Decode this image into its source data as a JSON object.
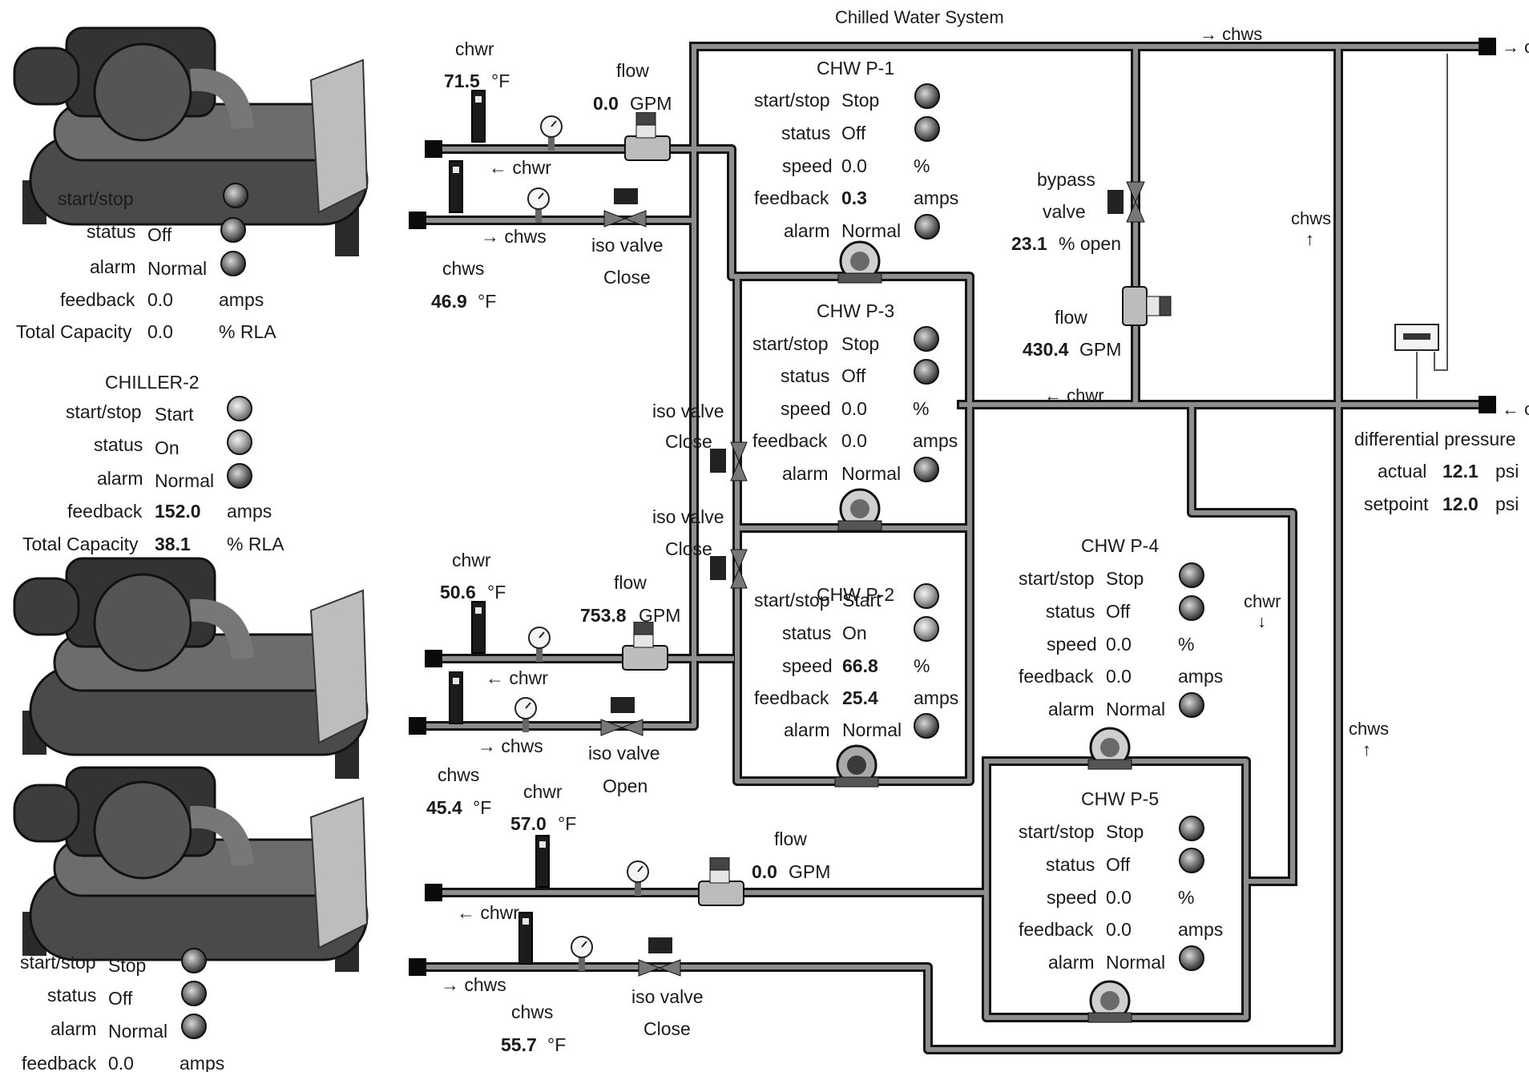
{
  "header": {
    "title": "Chilled Water System"
  },
  "pipe_labels": {
    "chwr": "chwr",
    "chws": "chws",
    "arrow_right": "→",
    "arrow_left": "←",
    "arrow_up": "↑",
    "arrow_down": "↓",
    "edge_c": "c"
  },
  "chiller1": {
    "labels": {
      "start_stop": "start/stop",
      "status": "status",
      "alarm": "alarm",
      "feedback": "feedback",
      "total_capacity": "Total Capacity"
    },
    "status": "Off",
    "alarm": "Normal",
    "feedback": "0.0",
    "feedback_unit": "amps",
    "capacity": "0.0",
    "capacity_unit": "% RLA",
    "chwr_label": "chwr",
    "chwr_temp": "71.5",
    "chwr_unit": "°F",
    "chws_label": "chws",
    "chws_temp": "46.9",
    "chws_unit": "°F",
    "flow_label": "flow",
    "flow": "0.0",
    "flow_unit": "GPM",
    "iso_valve_label": "iso valve",
    "iso_valve_state": "Close"
  },
  "chiller2": {
    "name": "CHILLER-2",
    "labels": {
      "start_stop": "start/stop",
      "status": "status",
      "alarm": "alarm",
      "feedback": "feedback",
      "total_capacity": "Total Capacity"
    },
    "start_stop": "Start",
    "status": "On",
    "alarm": "Normal",
    "feedback": "152.0",
    "feedback_unit": "amps",
    "capacity": "38.1",
    "capacity_unit": "% RLA",
    "chwr_label": "chwr",
    "chwr_temp": "50.6",
    "chwr_unit": "°F",
    "chws_label": "chws",
    "chws_temp": "45.4",
    "chws_unit": "°F",
    "flow_label": "flow",
    "flow": "753.8",
    "flow_unit": "GPM",
    "iso_valve_label": "iso valve",
    "iso_valve_state": "Open"
  },
  "chiller3": {
    "labels": {
      "start_stop": "start/stop",
      "status": "status",
      "alarm": "alarm",
      "feedback": "feedback"
    },
    "start_stop": "Stop",
    "status": "Off",
    "alarm": "Normal",
    "feedback": "0.0",
    "feedback_unit": "amps",
    "chwr_label": "chwr",
    "chwr_temp": "57.0",
    "chwr_unit": "°F",
    "chws_label": "chws",
    "chws_temp": "55.7",
    "chws_unit": "°F",
    "flow_label": "flow",
    "flow": "0.0",
    "flow_unit": "GPM",
    "iso_valve_label": "iso valve",
    "iso_valve_state": "Close"
  },
  "pump_labels": {
    "start_stop": "start/stop",
    "status": "status",
    "speed": "speed",
    "feedback": "feedback",
    "alarm": "alarm",
    "speed_unit": "%",
    "feedback_unit": "amps"
  },
  "pumps": {
    "p1": {
      "name": "CHW P-1",
      "start_stop": "Stop",
      "status": "Off",
      "speed": "0.0",
      "feedback": "0.3",
      "alarm": "Normal"
    },
    "p3": {
      "name": "CHW P-3",
      "start_stop": "Stop",
      "status": "Off",
      "speed": "0.0",
      "feedback": "0.0",
      "alarm": "Normal"
    },
    "p2": {
      "name": "CHW P-2",
      "start_stop": "Start",
      "status": "On",
      "speed": "66.8",
      "feedback": "25.4",
      "alarm": "Normal"
    },
    "p4": {
      "name": "CHW P-4",
      "start_stop": "Stop",
      "status": "Off",
      "speed": "0.0",
      "feedback": "0.0",
      "alarm": "Normal"
    },
    "p5": {
      "name": "CHW P-5",
      "start_stop": "Stop",
      "status": "Off",
      "speed": "0.0",
      "feedback": "0.0",
      "alarm": "Normal"
    }
  },
  "header_iso_valves": {
    "a": {
      "label": "iso valve",
      "state": "Close"
    },
    "b": {
      "label": "iso valve",
      "state": "Close"
    }
  },
  "bypass": {
    "label1": "bypass",
    "label2": "valve",
    "value": "23.1",
    "unit": "% open",
    "flow_label": "flow",
    "flow": "430.4",
    "flow_unit": "GPM"
  },
  "differential_pressure": {
    "title": "differential pressure",
    "actual_label": "actual",
    "actual": "12.1",
    "setpoint_label": "setpoint",
    "setpoint": "12.0",
    "unit": "psi"
  }
}
